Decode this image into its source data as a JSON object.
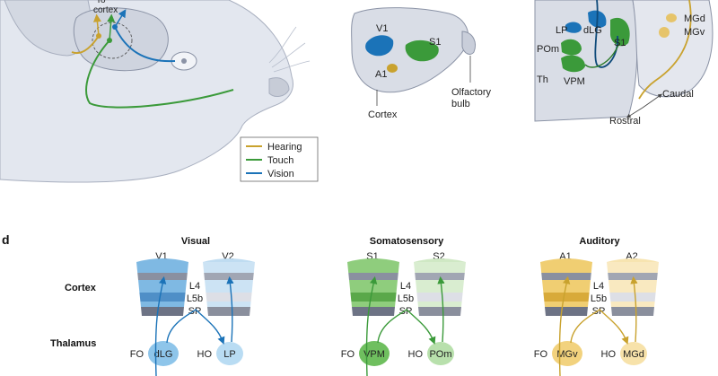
{
  "colors": {
    "hearing": "#c9a22e",
    "touch": "#3b9a3a",
    "vision": "#1b73b8",
    "brain_fill": "#d9dde6",
    "brain_stroke": "#8b93a6"
  },
  "panel_a": {
    "to_cortex_line1": "To",
    "to_cortex_line2": "cortex"
  },
  "legend": {
    "hearing": "Hearing",
    "touch": "Touch",
    "vision": "Vision"
  },
  "panel_b": {
    "v1": "V1",
    "s1": "S1",
    "a1": "A1",
    "olfactory_line1": "Olfactory",
    "olfactory_line2": "bulb",
    "cortex": "Cortex"
  },
  "panel_c": {
    "lp": "LP",
    "dlg": "dLG",
    "s1": "S1",
    "pom": "POm",
    "th": "Th",
    "vpm": "VPM",
    "mgd": "MGd",
    "mgv": "MGv",
    "caudal": "Caudal",
    "rostral": "Rostral"
  },
  "panel_d": {
    "letter": "d",
    "cortex_row": "Cortex",
    "thalamus_row": "Thalamus",
    "groups": [
      {
        "title": "Visual",
        "primary": "V1",
        "secondary": "V2",
        "layers": [
          "L4",
          "L5b",
          "SP"
        ],
        "fo_tag": "FO",
        "fo_nucleus": "dLG",
        "ho_tag": "HO",
        "ho_nucleus": "LP"
      },
      {
        "title": "Somatosensory",
        "primary": "S1",
        "secondary": "S2",
        "layers": [
          "L4",
          "L5b",
          "SP"
        ],
        "fo_tag": "FO",
        "fo_nucleus": "VPM",
        "ho_tag": "HO",
        "ho_nucleus": "POm"
      },
      {
        "title": "Auditory",
        "primary": "A1",
        "secondary": "A2",
        "layers": [
          "L4",
          "L5b",
          "SP"
        ],
        "fo_tag": "FO",
        "fo_nucleus": "MGv",
        "ho_tag": "HO",
        "ho_nucleus": "MGd"
      }
    ]
  }
}
